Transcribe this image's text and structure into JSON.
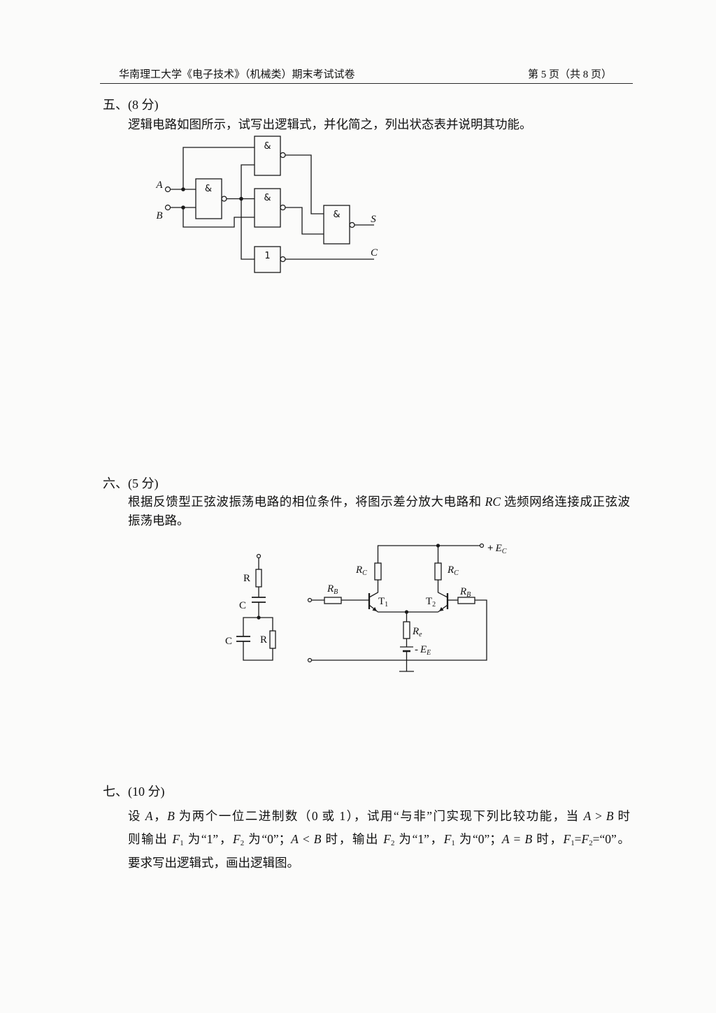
{
  "header": {
    "title": "华南理工大学《电子技术》（机械类）期末考试试卷",
    "page": "第 5 页（共 8 页）"
  },
  "q5": {
    "title": "五、(8 分)",
    "body": "逻辑电路如图所示，试写出逻辑式，并化简之，列出状态表并说明其功能。",
    "diagram": {
      "input_a": "A",
      "input_b": "B",
      "output_s": "S",
      "output_c": "C",
      "gates": [
        "&",
        "&",
        "&",
        "&",
        "1"
      ]
    }
  },
  "q6": {
    "title": "六、(5 分)",
    "line1": [
      "根据反馈型正弦波振荡电路的相位条件，将图示差分放大电路和 ",
      "RC",
      " 选频网络连接成正弦波"
    ],
    "line2": "振荡电路。",
    "rc_network": {
      "labels": [
        "R",
        "C",
        "C",
        "R"
      ]
    },
    "amplifier": {
      "rc_left": {
        "main": "R",
        "sub": "C"
      },
      "rc_right": {
        "main": "R",
        "sub": "C"
      },
      "rb_left": {
        "main": "R",
        "sub": "B"
      },
      "rb_right": {
        "main": "R",
        "sub": "B"
      },
      "t1": {
        "main": "T",
        "sub": "1"
      },
      "t2": {
        "main": "T",
        "sub": "2"
      },
      "re": {
        "main": "R",
        "sub": "e"
      },
      "supply_pos": {
        "sign": "+",
        "main": "E",
        "sub": "C"
      },
      "supply_neg": {
        "sign": "-",
        "main": "E",
        "sub": "E"
      }
    }
  },
  "q7": {
    "title": "七、(10 分)",
    "line1": [
      "设 ",
      "A",
      "，",
      "B",
      " 为两个一位二进制数（0 或 1），试用“与非”门实现下列比较功能，当 ",
      "A",
      " > ",
      "B",
      " 时"
    ],
    "line2": [
      "则输出 ",
      "F",
      "1",
      " 为“1”，",
      "F",
      "2",
      " 为“0”；",
      "A",
      " < ",
      "B",
      " 时，输出 ",
      "F",
      "2",
      " 为“1”，",
      "F",
      "1",
      " 为“0”；",
      "A",
      " = ",
      "B",
      " 时，",
      "F",
      "1",
      "=",
      "F",
      "2",
      "=“0”。"
    ],
    "line3": "要求写出逻辑式，画出逻辑图。"
  }
}
